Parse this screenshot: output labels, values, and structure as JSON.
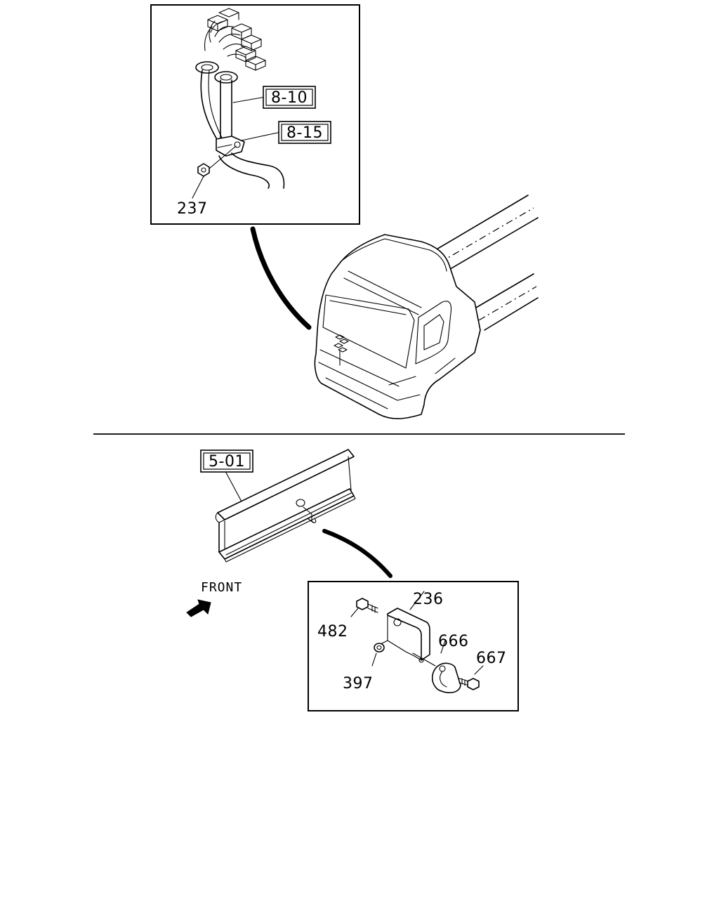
{
  "diagram": {
    "top_detail": {
      "refs": [
        {
          "id": "ref-8-10",
          "text": "8-10"
        },
        {
          "id": "ref-8-15",
          "text": "8-15"
        }
      ],
      "parts": [
        {
          "id": "part-237",
          "text": "237"
        }
      ]
    },
    "bottom_detail": {
      "refs": [
        {
          "id": "ref-5-01",
          "text": "5-01"
        }
      ],
      "direction_label": "FRONT",
      "parts": [
        {
          "id": "part-236",
          "text": "236"
        },
        {
          "id": "part-482",
          "text": "482"
        },
        {
          "id": "part-666",
          "text": "666"
        },
        {
          "id": "part-667",
          "text": "667"
        },
        {
          "id": "part-397",
          "text": "397"
        }
      ]
    }
  }
}
